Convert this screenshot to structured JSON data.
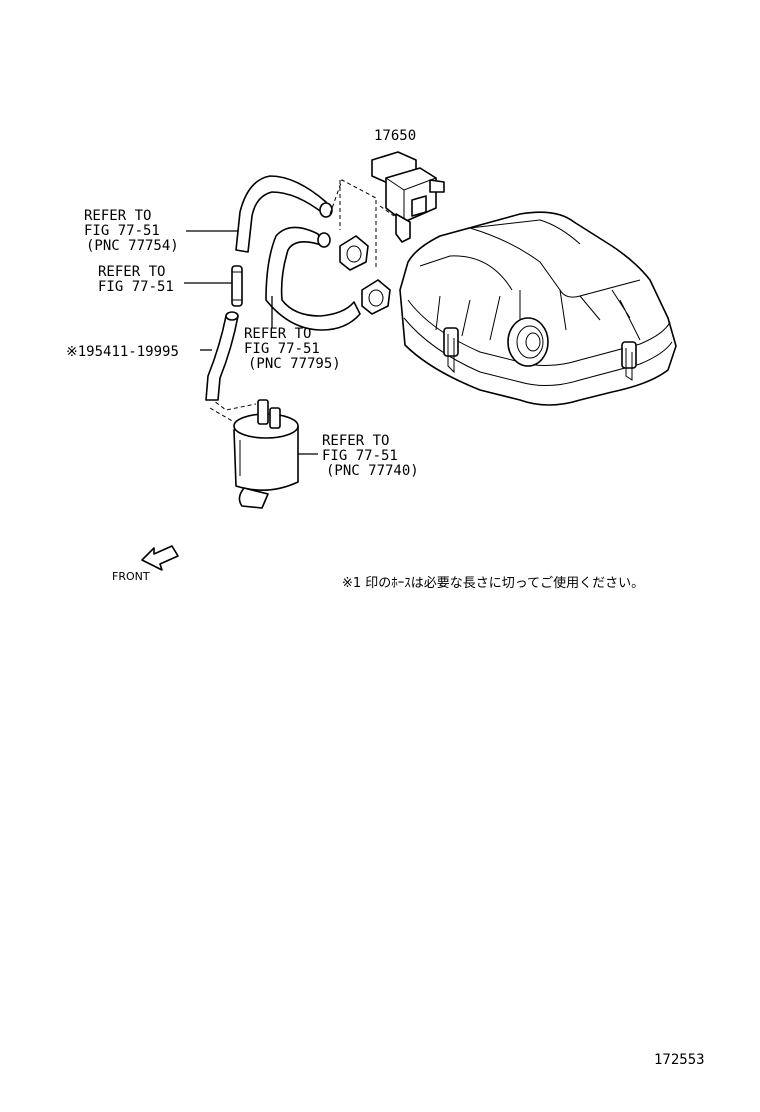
{
  "labels": {
    "part_17650": "17650",
    "refer1": {
      "line1": "REFER TO",
      "line2": "FIG 77-51",
      "line3": "(PNC 77754)"
    },
    "refer2": {
      "line1": "REFER TO",
      "line2": "FIG 77-51"
    },
    "part_hose": "※195411-19995",
    "refer3": {
      "line1": "REFER TO",
      "line2": "FIG 77-51",
      "line3": "(PNC 77795)"
    },
    "refer4": {
      "line1": "REFER TO",
      "line2": "FIG 77-51",
      "line3": "(PNC 77740)"
    },
    "front": "FRONT",
    "note": "※1 印のﾎｰｽは必要な長さに切ってご使用ください。",
    "diagram_id": "172553"
  }
}
